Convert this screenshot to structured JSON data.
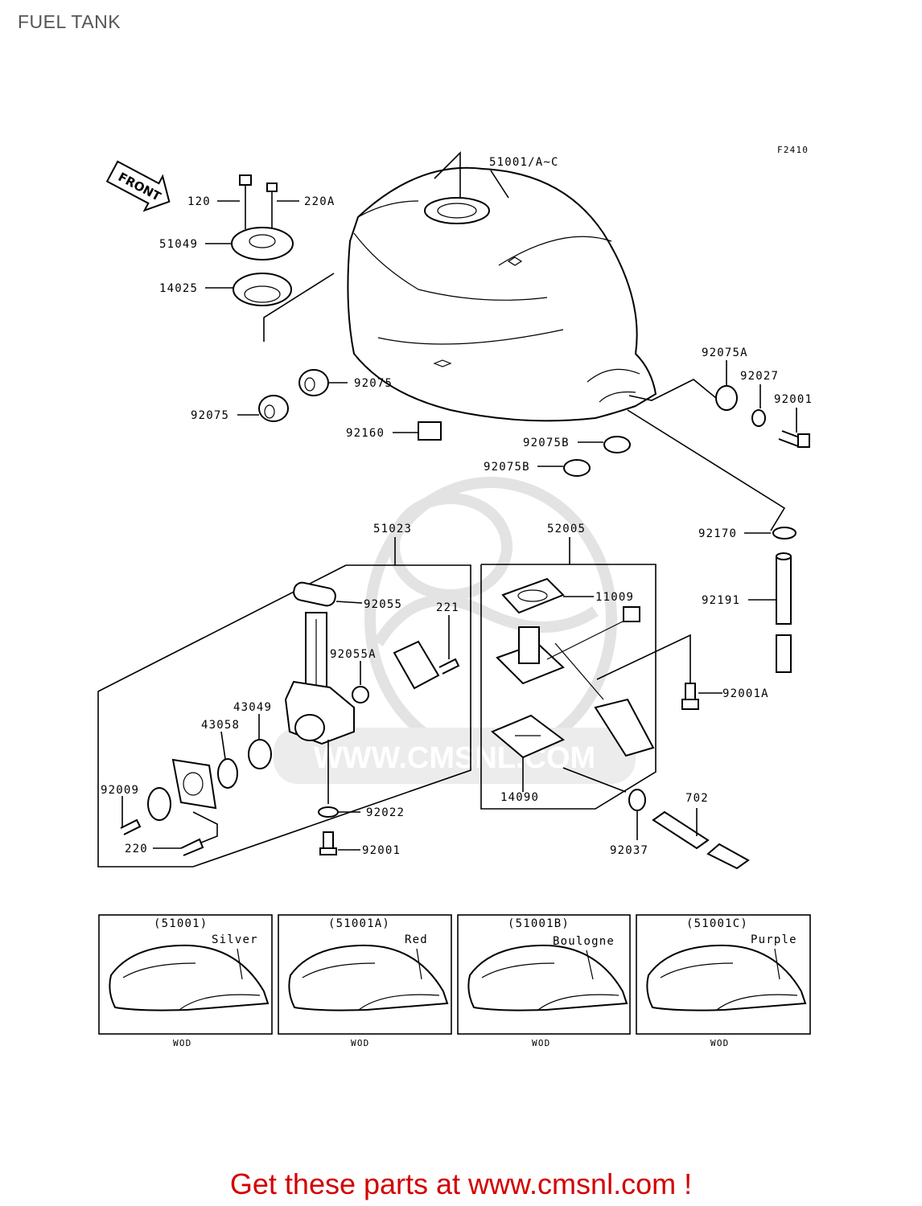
{
  "header": {
    "title": "FUEL TANK"
  },
  "figure_code": "F2410",
  "front_arrow_label": "FRONT",
  "watermark_text": "WWW.CMSNL.COM",
  "part_labels": {
    "p51001": "51001/A~C",
    "p120": "120",
    "p220A": "220A",
    "p51049": "51049",
    "p14025": "14025",
    "p92075a": "92075",
    "p92075b": "92075",
    "p92075A": "92075A",
    "p92027": "92027",
    "p92001a": "92001",
    "p92160": "92160",
    "p92075B1": "92075B",
    "p92075B2": "92075B",
    "p92170": "92170",
    "p51023": "51023",
    "p52005": "52005",
    "p92055": "92055",
    "p221": "221",
    "p92055A": "92055A",
    "p11009": "11009",
    "p92191": "92191",
    "p43049": "43049",
    "p43058": "43058",
    "p92001A": "92001A",
    "p92009": "92009",
    "p92022": "92022",
    "p14090": "14090",
    "p702": "702",
    "p220": "220",
    "p92001b": "92001",
    "p92037": "92037"
  },
  "variants": [
    {
      "code": "(51001)",
      "color": "Silver",
      "note": "WOD"
    },
    {
      "code": "(51001A)",
      "color": "Red",
      "note": "WOD"
    },
    {
      "code": "(51001B)",
      "color": "Boulogne",
      "note": "WOD"
    },
    {
      "code": "(51001C)",
      "color": "Purple",
      "note": "WOD"
    }
  ],
  "footer": {
    "text": "Get these parts at www.cmsnl.com !"
  },
  "colors": {
    "footer": "#d40000",
    "title": "#555555",
    "watermark": "#e3e3e3"
  }
}
